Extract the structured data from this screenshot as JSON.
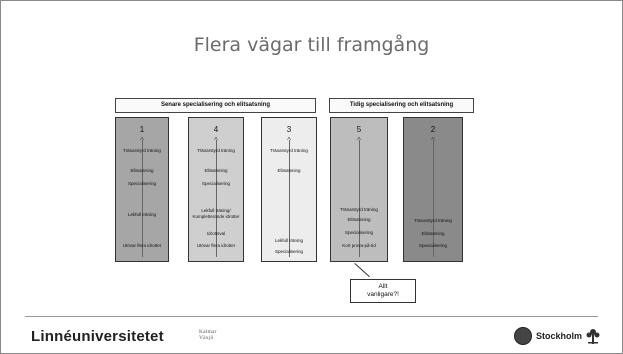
{
  "slide_title": "Flera vägar till framgång",
  "groups": [
    {
      "label": "Senare specialisering och elitsatsning"
    },
    {
      "label": "Tidig specialisering och elitsatsning"
    }
  ],
  "columns": [
    {
      "number": "1",
      "color": "#a6a6a6",
      "labels": [
        "Tränarstyrd träning",
        "Elitsatsning",
        "Specialisering",
        "Lekfull träning",
        "Utövar flera idrotter"
      ]
    },
    {
      "number": "4",
      "color": "#cfcfcf",
      "labels": [
        "Tränarstyrd träning",
        "Elitsatsning",
        "Specialisering",
        "Lekfull träning/ Kompletterande idrotter",
        "Idrottsval",
        "Utövar flera idrotter"
      ]
    },
    {
      "number": "3",
      "color": "#ededed",
      "labels": [
        "Tränarstyrd träning",
        "Elitsatsning",
        "Lekfull träning",
        "Specialisering"
      ]
    },
    {
      "number": "5",
      "color": "#bdbdbd",
      "labels": [
        "Tränarstyrd träning",
        "Elitsatsning",
        "Specialisering",
        "Kort prova-på-tid"
      ]
    },
    {
      "number": "2",
      "color": "#8a8a8a",
      "labels": [
        "Tränarstyrd träning",
        "Elitsatsning",
        "Specialisering"
      ]
    }
  ],
  "callout": {
    "line1": "Allt",
    "line2": "vanligare?!"
  },
  "footer": {
    "left_logo": "Linnéuniversitetet",
    "left_sub1": "Kalmar",
    "left_sub2": "Växjö",
    "right_logo": "Stockholm"
  }
}
